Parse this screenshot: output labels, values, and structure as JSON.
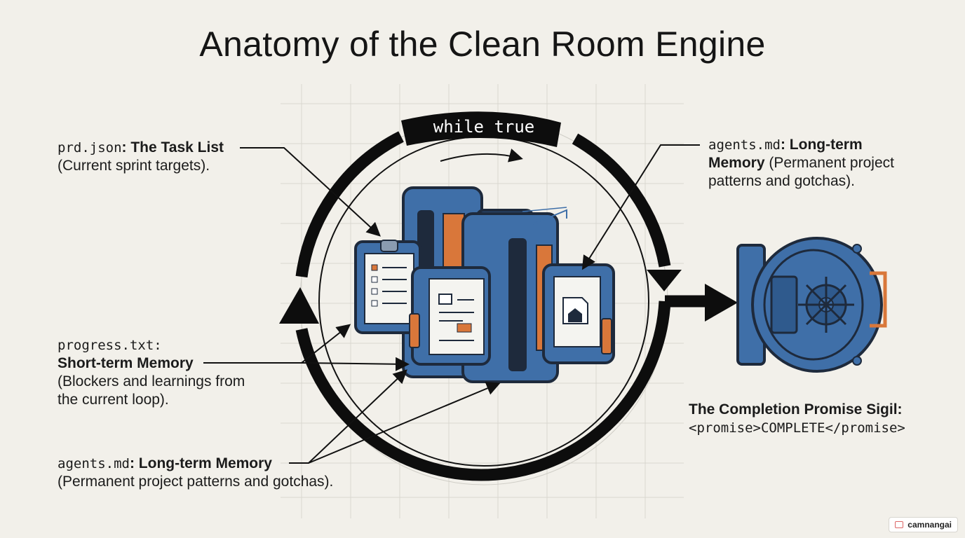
{
  "title": "Anatomy of the Clean Room Engine",
  "loop_label": "while true",
  "labels": {
    "prd": {
      "file": "prd.json",
      "sep": ":",
      "name": "The Task List",
      "desc": "(Current sprint targets)."
    },
    "progress": {
      "file": "progress.txt",
      "sep": ":",
      "name": "Short-term Memory",
      "desc_line1": "(Blockers and learnings from",
      "desc_line2": "the current loop)."
    },
    "agents_left": {
      "file": "agents.md",
      "sep": ":",
      "name": "Long-term Memory",
      "desc": "(Permanent project patterns and gotchas)."
    },
    "agents_right": {
      "file": "agents.md",
      "sep": ":",
      "name_part1": "Long-term",
      "name_part2": "Memory",
      "desc_part1": "(Permanent project",
      "desc_part2": "patterns and gotchas)."
    },
    "promise": {
      "heading": "The Completion Promise Sigil:",
      "code": "<promise>COMPLETE</promise>"
    }
  },
  "watermark": "camnangai",
  "colors": {
    "background": "#f2f0ea",
    "machine_blue": "#3f6fa8",
    "machine_dark": "#1e2a3c",
    "accent_orange": "#d9773a",
    "loop_black": "#0d0d0d"
  }
}
